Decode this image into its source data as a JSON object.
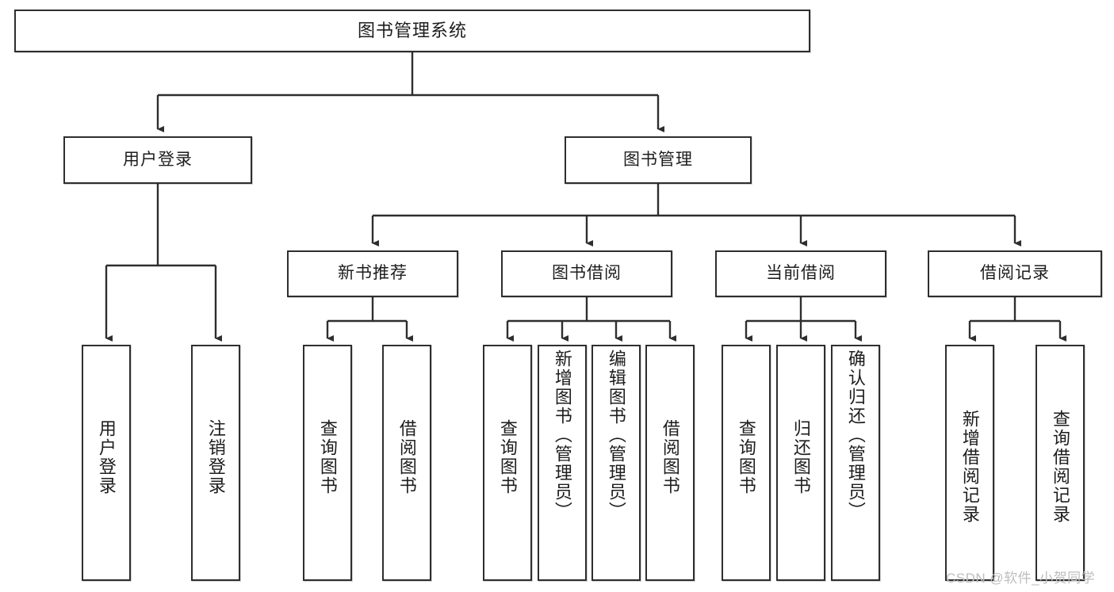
{
  "diagram": {
    "title": "图书管理系统",
    "type": "tree",
    "watermark": "CSDN @软件_小贺同学",
    "colors": {
      "border": "#2e2e2e",
      "fill": "#ffffff",
      "text": "#1d1d1d",
      "edge": "#2e2e2e",
      "watermark": "#bdbdbd"
    },
    "root": {
      "label": "图书管理系统"
    },
    "level2": [
      {
        "label": "用户登录"
      },
      {
        "label": "图书管理"
      }
    ],
    "level3": [
      {
        "label": "新书推荐"
      },
      {
        "label": "图书借阅"
      },
      {
        "label": "当前借阅"
      },
      {
        "label": "借阅记录"
      }
    ],
    "leaves": {
      "user_login": [
        {
          "label": "用户登录"
        },
        {
          "label": "注销登录"
        }
      ],
      "new_book_recommend": [
        {
          "label": "查询图书"
        },
        {
          "label": "借阅图书"
        }
      ],
      "book_borrow": [
        {
          "label": "查询图书"
        },
        {
          "label": "新增图书（管理员）"
        },
        {
          "label": "编辑图书（管理员）"
        },
        {
          "label": "借阅图书"
        }
      ],
      "current_borrow": [
        {
          "label": "查询图书"
        },
        {
          "label": "归还图书"
        },
        {
          "label": "确认归还（管理员）"
        }
      ],
      "borrow_record": [
        {
          "label": "新增借阅记录"
        },
        {
          "label": "查询借阅记录"
        }
      ]
    }
  }
}
